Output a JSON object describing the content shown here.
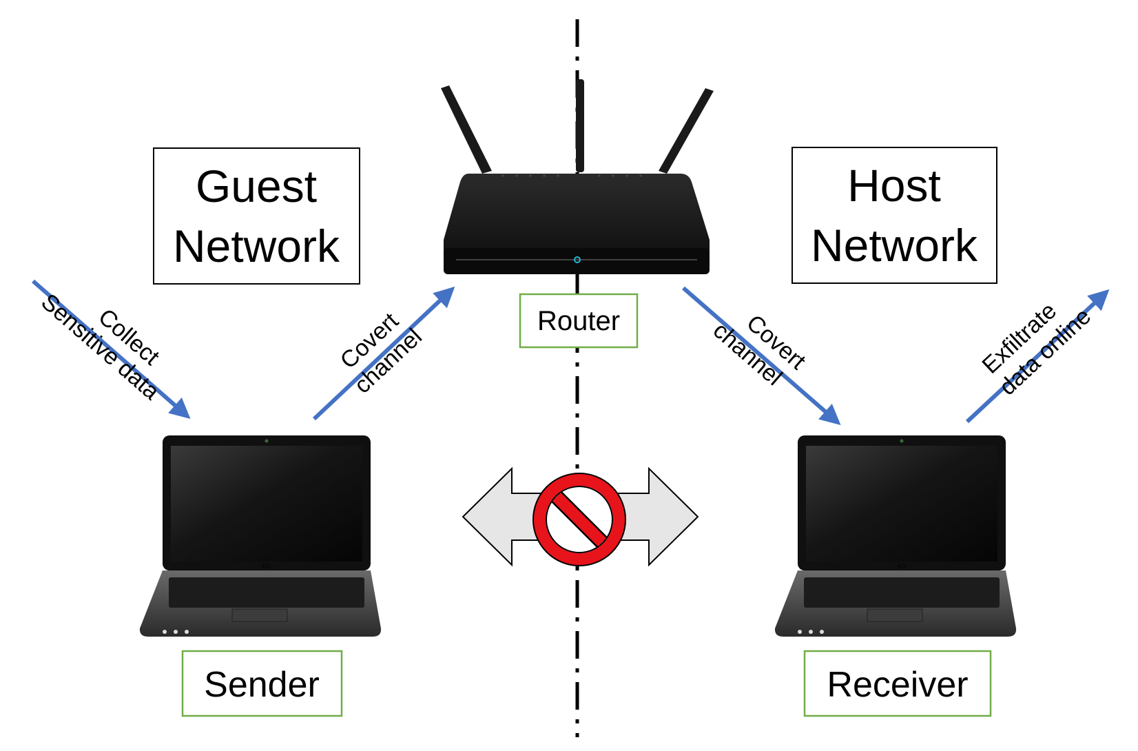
{
  "guest_box": {
    "line1": "Guest",
    "line2": "Network"
  },
  "host_box": {
    "line1": "Host",
    "line2": "Network"
  },
  "router_label": "Router",
  "sender_label": "Sender",
  "receiver_label": "Receiver",
  "arrows": {
    "collect": {
      "line1": "Collect",
      "line2": "Sensitive data"
    },
    "covert_left": {
      "line1": "Covert",
      "line2": "channel"
    },
    "covert_right": {
      "line1": "Covert",
      "line2": "channel"
    },
    "exfiltrate": {
      "line1": "Exfiltrate",
      "line2": "data online"
    }
  },
  "laptop_brand": "KD",
  "colors": {
    "arrow_blue": "#4472c4",
    "label_border_green": "#70ad47",
    "prohibition_red": "#e8141b",
    "double_arrow_fill": "#e6e6e6",
    "device_black": "#111111"
  },
  "icons": [
    "router-icon",
    "laptop-icon",
    "prohibition-icon",
    "double-arrow-icon"
  ]
}
